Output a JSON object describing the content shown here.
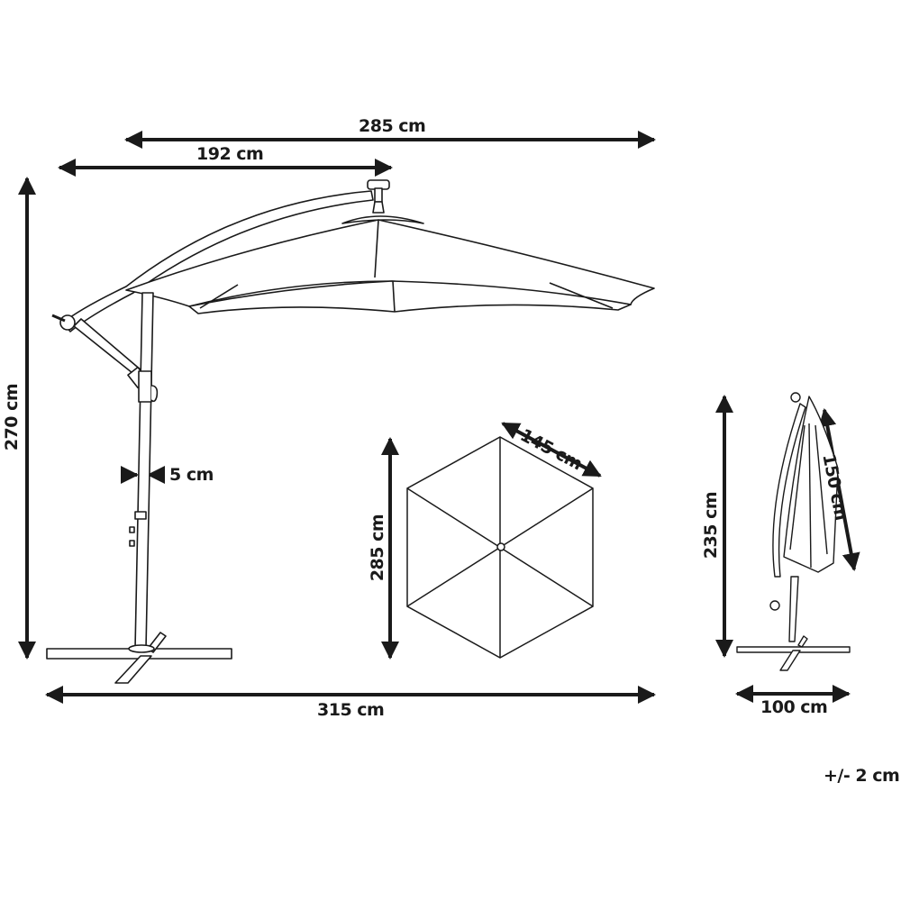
{
  "diagram": {
    "subject": "cantilever patio umbrella with cross base",
    "views": {
      "side_open": {
        "dimensions": {
          "canopy_span": "285 cm",
          "arm_reach": "192 cm",
          "total_height": "270 cm",
          "pole_diameter": "5 cm",
          "base_to_canopy_tip": "315 cm"
        }
      },
      "top_canopy": {
        "shape": "hexagon",
        "dimensions": {
          "diagonal": "285 cm",
          "side_length": "145 cm"
        }
      },
      "side_closed": {
        "dimensions": {
          "height": "235 cm",
          "folded_canopy_length": "150 cm",
          "base_width": "100 cm"
        }
      }
    },
    "tolerance": "+/- 2 cm",
    "colors": {
      "line": "#1a1a1a",
      "background": "#ffffff"
    }
  }
}
